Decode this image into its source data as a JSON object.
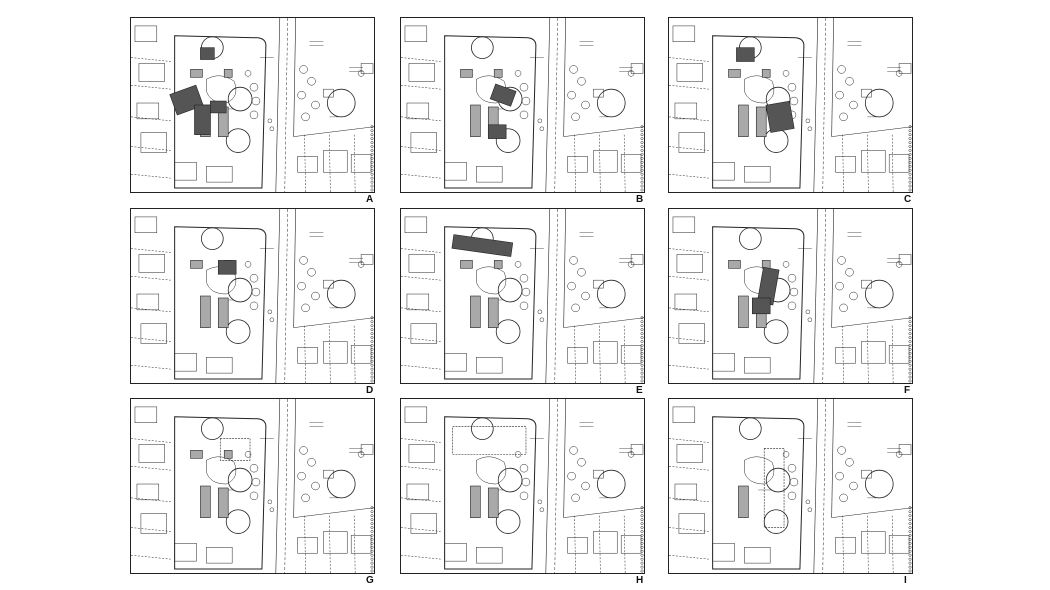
{
  "panels": [
    {
      "id": "A",
      "label": "A",
      "variant": "A"
    },
    {
      "id": "B",
      "label": "B",
      "variant": "B"
    },
    {
      "id": "C",
      "label": "C",
      "variant": "C"
    },
    {
      "id": "D",
      "label": "D",
      "variant": "D"
    },
    {
      "id": "E",
      "label": "E",
      "variant": "E"
    },
    {
      "id": "F",
      "label": "F",
      "variant": "F"
    },
    {
      "id": "G",
      "label": "G",
      "variant": "G"
    },
    {
      "id": "H",
      "label": "H",
      "variant": "H"
    },
    {
      "id": "I",
      "label": "I",
      "variant": "I"
    }
  ],
  "colors": {
    "line": "#222222",
    "building_light": "#a9a9a9",
    "building_dark": "#555555",
    "background": "#ffffff"
  }
}
